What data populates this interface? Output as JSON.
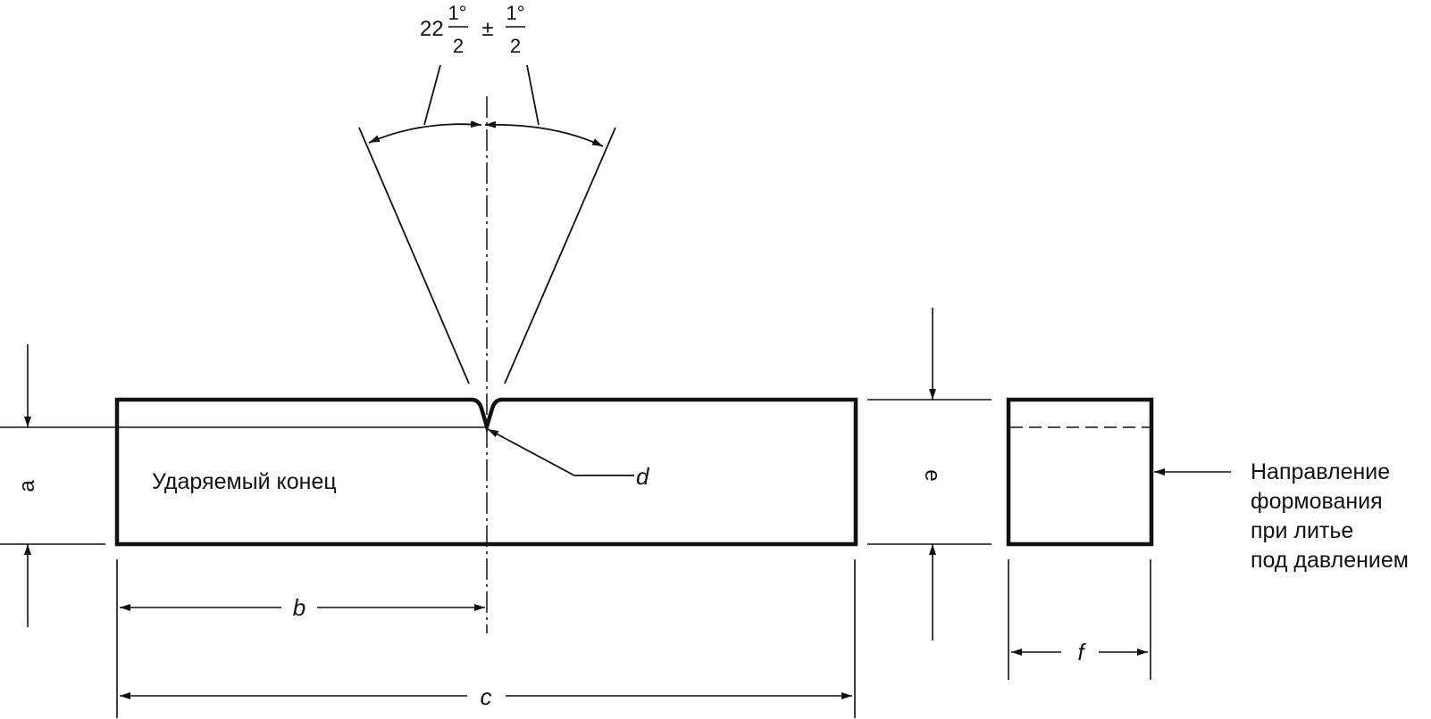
{
  "angle": {
    "whole": "22",
    "frac_num": "1°",
    "frac_den": "2",
    "pm": "±",
    "tol_num": "1°",
    "tol_den": "2"
  },
  "labels": {
    "impact_end": "Ударяемый конец",
    "a": "a",
    "b": "b",
    "c": "c",
    "d": "d",
    "e": "e",
    "f": "f",
    "direction": [
      "Направление",
      "формования",
      "при литье",
      "под давлением"
    ]
  },
  "colors": {
    "line": "#111111",
    "background": "#ffffff"
  }
}
